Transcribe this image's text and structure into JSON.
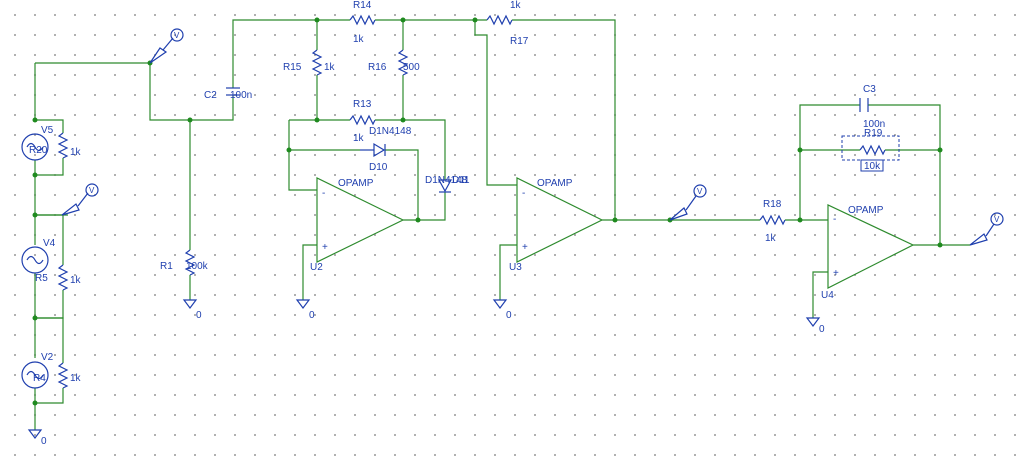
{
  "components": {
    "R14": {
      "ref": "R14",
      "value": "1k"
    },
    "R15": {
      "ref": "R15",
      "value": "1k"
    },
    "R16": {
      "ref": "R16",
      "value": "500"
    },
    "R13": {
      "ref": "R13",
      "value": "1k"
    },
    "R17": {
      "ref": "R17",
      "value": "1k"
    },
    "R1": {
      "ref": "R1",
      "value": "100k"
    },
    "R18": {
      "ref": "R18",
      "value": "1k"
    },
    "R19": {
      "ref": "R19",
      "value": "10k"
    },
    "R20": {
      "ref": "R20",
      "value": "1k"
    },
    "R5": {
      "ref": "R5",
      "value": "1k"
    },
    "R4": {
      "ref": "R4",
      "value": "1k"
    },
    "C2": {
      "ref": "C2",
      "value": "100n"
    },
    "C3": {
      "ref": "C3",
      "value": "100n"
    },
    "D10": {
      "ref": "D10",
      "value": "D1N4148"
    },
    "D11": {
      "ref": "D11",
      "value": "D1N4148"
    },
    "V5": {
      "ref": "V5"
    },
    "V4": {
      "ref": "V4"
    },
    "V2": {
      "ref": "V2"
    },
    "U2": {
      "ref": "U2",
      "value": "OPAMP"
    },
    "U3": {
      "ref": "U3",
      "value": "OPAMP"
    },
    "U4": {
      "ref": "U4",
      "value": "OPAMP"
    }
  },
  "ground_label": "0",
  "probe_label": "V",
  "opamp_minus": "-",
  "opamp_plus": "+"
}
